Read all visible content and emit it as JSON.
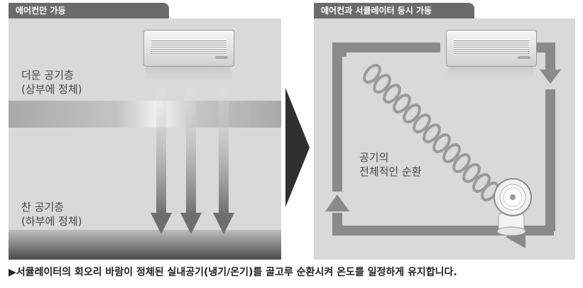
{
  "left": {
    "tab_label": "에어컨만 가동",
    "warm_layer": {
      "line1": "더운 공기층",
      "line2": "(상부에 정체)"
    },
    "cold_layer": {
      "line1": "찬 공기층",
      "line2": "(하부에 정체)"
    }
  },
  "right": {
    "tab_label": "에어컨과 서큘레이터 동시 가동",
    "circulation": {
      "line1": "공기의",
      "line2": "전체적인 순환"
    }
  },
  "caption": "▶서큘레이터의 회오리 바람이 정체된 실내공기(냉기/온기)를 골고루 순환시켜 온도를 일정하게 유지합니다.",
  "colors": {
    "tab_bg": "#6b6b6b",
    "panel_bg": "#d9d9d9",
    "arrow": "#7a7a7a"
  },
  "icons": [
    "air-conditioner-icon",
    "circulator-fan-icon",
    "transition-arrow-icon",
    "swirl-wind-icon"
  ]
}
